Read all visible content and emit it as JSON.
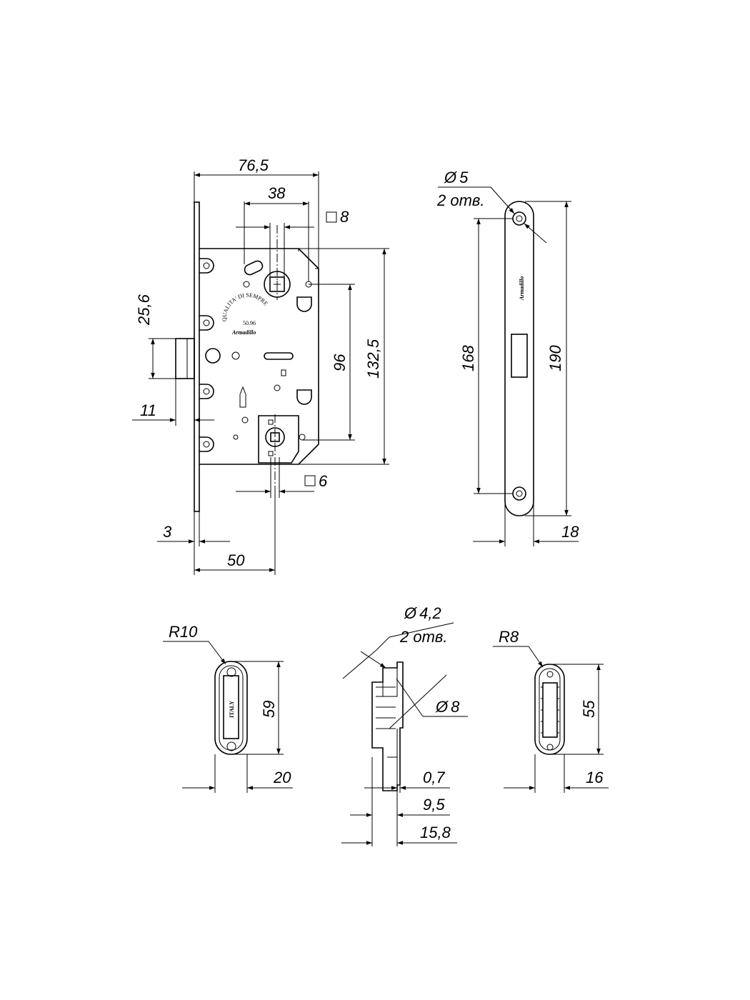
{
  "dimensions": {
    "lock_width": "76,5",
    "handle_spacing": "38",
    "spindle_square": "8",
    "lock_height": "132,5",
    "handle_to_lock": "96",
    "latch_height": "25,6",
    "latch_projection": "11",
    "faceplate_thickness": "3",
    "backset": "50",
    "thumb_square": "6",
    "hole_diameter": "5",
    "hole_count": "2 отв.",
    "hole_spacing": "168",
    "faceplate_length": "190",
    "faceplate_width": "18",
    "strike_radius": "R10",
    "strike_height": "59",
    "strike_width": "20",
    "screw_diameter": "4,2",
    "screw_count": "2 отв.",
    "head_diameter": "8",
    "depth_small": "0,7",
    "depth_mid": "9,5",
    "depth_total": "15,8",
    "magnet_radius": "R8",
    "magnet_height": "55",
    "magnet_width": "16"
  },
  "markings": {
    "seal_top": "QUALITA' DI SEMPRE",
    "seal_number": "50.96",
    "brand": "Armadillo",
    "strike_label": "ITALY"
  },
  "symbols": {
    "diameter": "Ø",
    "square": "□"
  }
}
